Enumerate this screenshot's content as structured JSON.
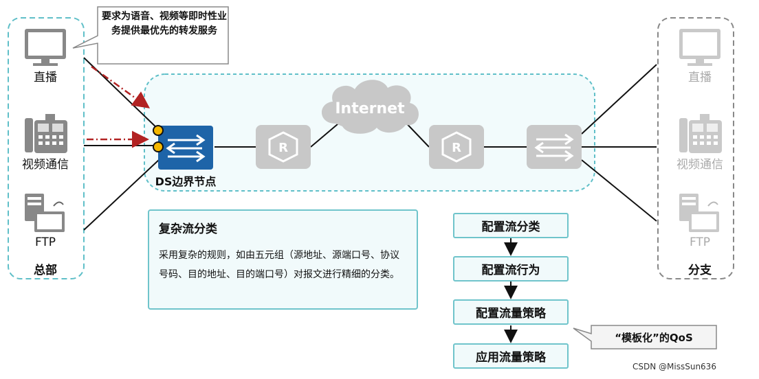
{
  "headquarters": {
    "label": "总部",
    "services": [
      {
        "name": "live",
        "label": "直播"
      },
      {
        "name": "video",
        "label": "视频通信"
      },
      {
        "name": "ftp",
        "label": "FTP"
      }
    ]
  },
  "branch": {
    "label": "分支",
    "services": [
      {
        "name": "live",
        "label": "直播"
      },
      {
        "name": "video",
        "label": "视频通信"
      },
      {
        "name": "ftp",
        "label": "FTP"
      }
    ]
  },
  "callout": "要求为语音、视频等即时性业务提供最优先的转发服务",
  "cloud_label": "Internet",
  "ds_node_label": "DS边界节点",
  "info_box": {
    "title": "复杂流分类",
    "body": "采用复杂的规则，如由五元组（源地址、源端口号、协议号码、目的地址、目的端口号）对报文进行精细的分类。"
  },
  "steps": [
    "配置流分类",
    "配置流行为",
    "配置流量策略",
    "应用流量策略"
  ],
  "qos_note": "“模板化”的QoS",
  "watermark": "CSDN @MissSun636",
  "colors": {
    "teal": "#5fbfc8",
    "ds_blue": "#1e64a8",
    "grey_device": "#c8c8c8",
    "red_arrow": "#b22222",
    "port_yellow": "#f5b800"
  }
}
